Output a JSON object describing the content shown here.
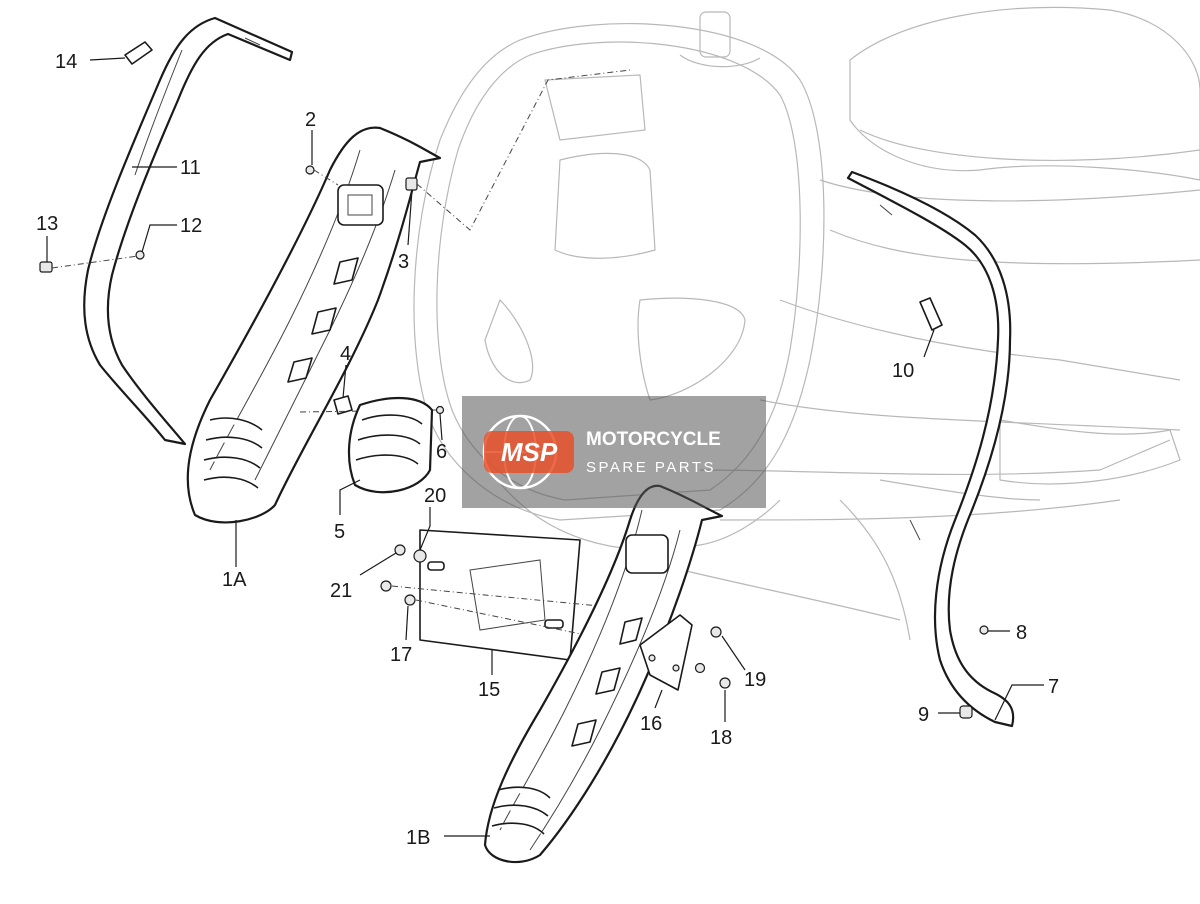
{
  "callouts": [
    {
      "id": "c14",
      "label": "14"
    },
    {
      "id": "c11",
      "label": "11"
    },
    {
      "id": "c13",
      "label": "13"
    },
    {
      "id": "c12",
      "label": "12"
    },
    {
      "id": "c2",
      "label": "2"
    },
    {
      "id": "c3",
      "label": "3"
    },
    {
      "id": "c4",
      "label": "4"
    },
    {
      "id": "c6",
      "label": "6"
    },
    {
      "id": "c5",
      "label": "5"
    },
    {
      "id": "c1a",
      "label": "1A"
    },
    {
      "id": "c20",
      "label": "20"
    },
    {
      "id": "c21",
      "label": "21"
    },
    {
      "id": "c17",
      "label": "17"
    },
    {
      "id": "c15",
      "label": "15"
    },
    {
      "id": "c16",
      "label": "16"
    },
    {
      "id": "c19",
      "label": "19"
    },
    {
      "id": "c18",
      "label": "18"
    },
    {
      "id": "c1b",
      "label": "1B"
    },
    {
      "id": "c10",
      "label": "10"
    },
    {
      "id": "c8",
      "label": "8"
    },
    {
      "id": "c7",
      "label": "7"
    },
    {
      "id": "c9",
      "label": "9"
    }
  ],
  "watermark": {
    "logo_text": "MSP",
    "line1": "MOTORCYCLE",
    "line2": "SPARE PARTS",
    "accent_color": "#e8502a"
  }
}
